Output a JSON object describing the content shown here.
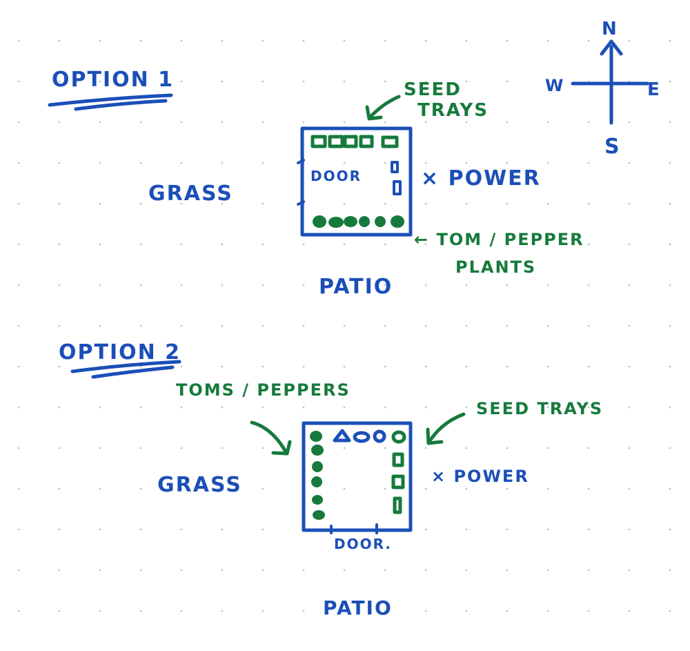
{
  "colors": {
    "blue": "#1b4fb8",
    "green": "#167a3c",
    "dot": "#b8bcc8"
  },
  "compass": {
    "n": "N",
    "s": "S",
    "e": "E",
    "w": "W"
  },
  "option1": {
    "title": "OPTION 1",
    "grass": "GRASS",
    "patio": "PATIO",
    "door": "DOOR",
    "power": "× POWER",
    "seed_trays": [
      "SEED",
      "TRAYS"
    ],
    "plants": [
      "← TOM / PEPPER",
      "PLANTS"
    ]
  },
  "option2": {
    "title": "OPTION 2",
    "grass": "GRASS",
    "patio": "PATIO",
    "door": "DOOR.",
    "power": "× POWER",
    "seed_trays": "SEED TRAYS",
    "plants": "TOMS / PEPPERS"
  }
}
